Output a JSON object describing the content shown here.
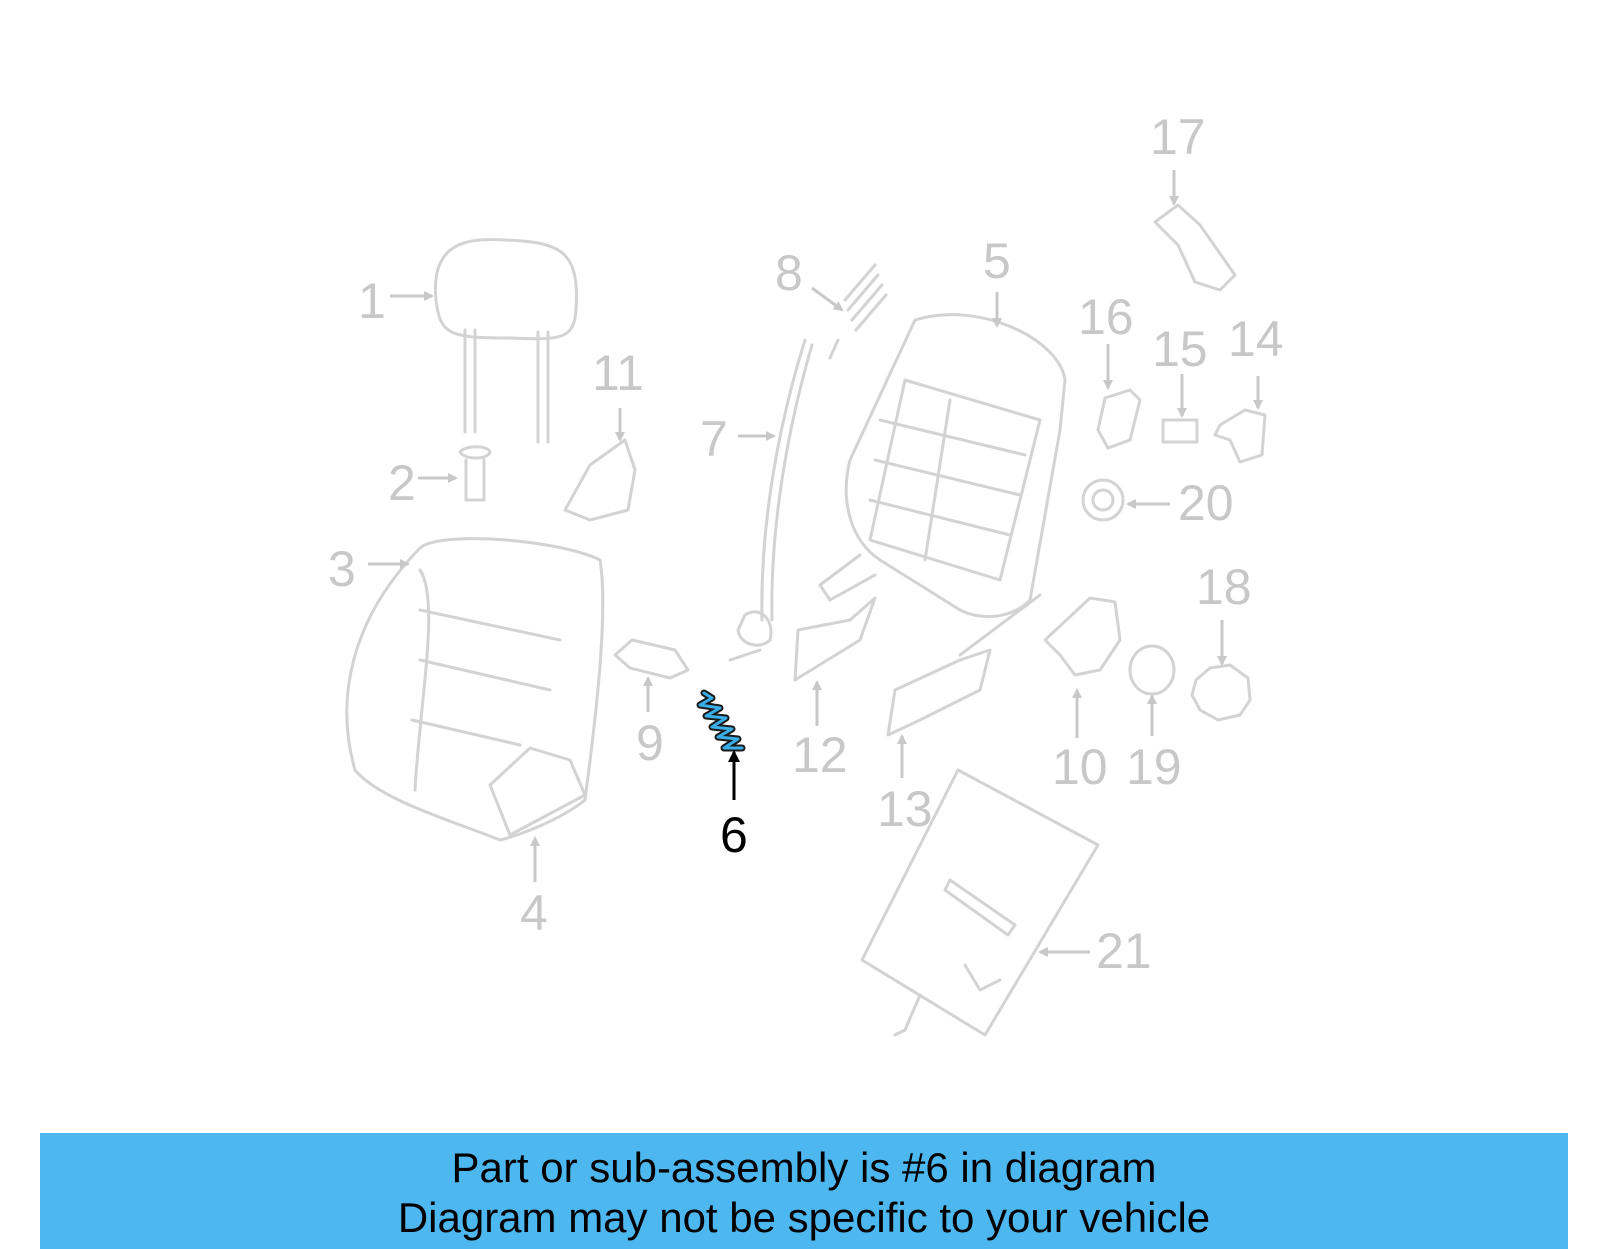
{
  "highlighted_part": "6",
  "callouts": [
    "1",
    "2",
    "3",
    "4",
    "5",
    "6",
    "7",
    "8",
    "9",
    "10",
    "11",
    "12",
    "13",
    "14",
    "15",
    "16",
    "17",
    "18",
    "19",
    "20",
    "21"
  ],
  "colors": {
    "banner_background": "#4db8f0",
    "highlight_label": "#000000",
    "highlight_part": "#3aaee8",
    "dim_label": "#c8c8c8",
    "dim_part": "#d3d3d3"
  },
  "banner": {
    "line1": "Part or sub-assembly is #6 in diagram",
    "line2": "Diagram may not be specific to your vehicle"
  }
}
